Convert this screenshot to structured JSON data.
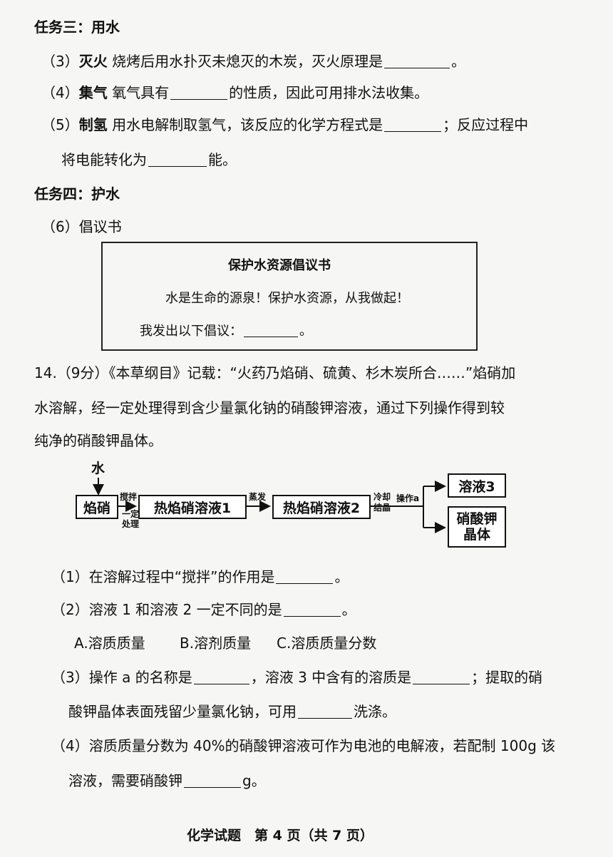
{
  "task3": {
    "heading": "任务三：用水",
    "q3": {
      "num": "（3）",
      "tag": "灭火",
      "text": "烧烤后用水扑灭未熄灭的木炭，灭火原理是",
      "end": "。"
    },
    "q4": {
      "num": "（4）",
      "tag": "集气",
      "text1": "氧气具有",
      "text2": "的性质，因此可用排水法收集。"
    },
    "q5": {
      "num": "（5）",
      "tag": "制氢",
      "text1": "用水电解制取氢气，该反应的化学方程式是",
      "text2": "；反应过程中",
      "text3": "将电能转化为",
      "text4": "能。"
    }
  },
  "task4": {
    "heading": "任务四：护水",
    "q6": {
      "num": "（6）",
      "text": "倡议书"
    },
    "proposal": {
      "title": "保护水资源倡议书",
      "line1": "水是生命的源泉！保护水资源，从我做起！",
      "line2": "我发出以下倡议：",
      "end": "。"
    }
  },
  "q14": {
    "intro1": "14.（9分）《本草纲目》记载：“火药乃焰硝、硫黄、杉木炭所合……”焰硝加",
    "intro2": "水溶解，经一定处理得到含少量氯化钠的硝酸钾溶液，通过下列操作得到较",
    "intro3": "纯净的硝酸钾晶体。",
    "flow": {
      "water": "水",
      "box1": "焰硝",
      "step1a": "搅拌",
      "step1b": "一定",
      "step1c": "处理",
      "box2": "热焰硝溶液1",
      "step2": "蒸发",
      "box3": "热焰硝溶液2",
      "step3a": "冷却",
      "step3b": "结晶",
      "step3c": "操作a",
      "box4": "溶液3",
      "box5a": "硝酸钾",
      "box5b": "晶体"
    },
    "p1": {
      "num": "（1）",
      "text": "在溶解过程中“搅拌”的作用是",
      "end": "。"
    },
    "p2": {
      "num": "（2）",
      "text": "溶液 1 和溶液 2 一定不同的是",
      "end": "。"
    },
    "options": {
      "a": "A.溶质质量",
      "b": "B.溶剂质量",
      "c": "C.溶质质量分数"
    },
    "p3": {
      "num": "（3）",
      "text1": "操作 a 的名称是",
      "text2": "，溶液 3 中含有的溶质是",
      "text3": "；提取的硝",
      "text4": "酸钾晶体表面残留少量氯化钠，可用",
      "text5": "洗涤。"
    },
    "p4": {
      "num": "（4）",
      "text1": "溶质质量分数为 40%的硝酸钾溶液可作为电池的电解液，若配制 100g 该",
      "text2": "溶液，需要硝酸钾",
      "text3": "g。"
    }
  },
  "footer": {
    "text": "化学试题　第 4 页（共 7 页）"
  }
}
